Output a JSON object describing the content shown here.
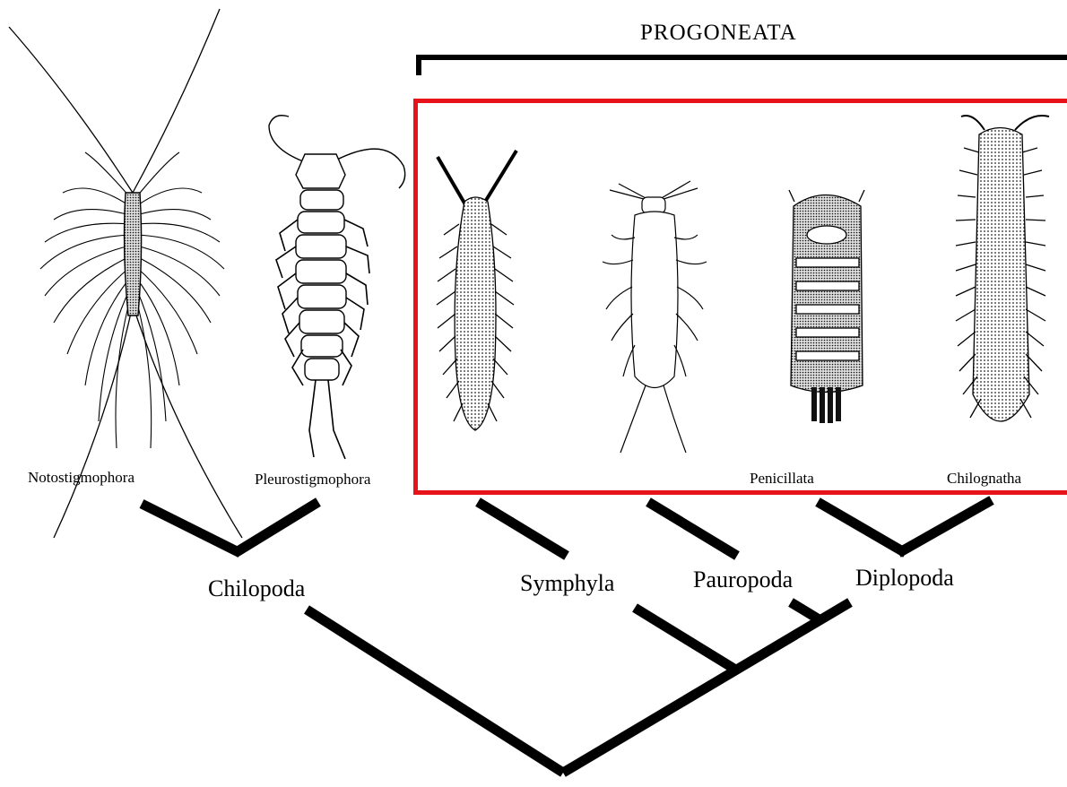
{
  "group_label": "PROGONEATA",
  "highlight_color": "#e8121b",
  "line_color": "#000000",
  "taxa": {
    "notostigmophora": "Notostigmophora",
    "pleurostigmophora": "Pleurostigmophora",
    "penicillata": "Penicillata",
    "chilognatha": "Chilognatha"
  },
  "clades": {
    "chilopoda": "Chilopoda",
    "symphyla": "Symphyla",
    "pauropoda": "Pauropoda",
    "diplopoda": "Diplopoda"
  }
}
